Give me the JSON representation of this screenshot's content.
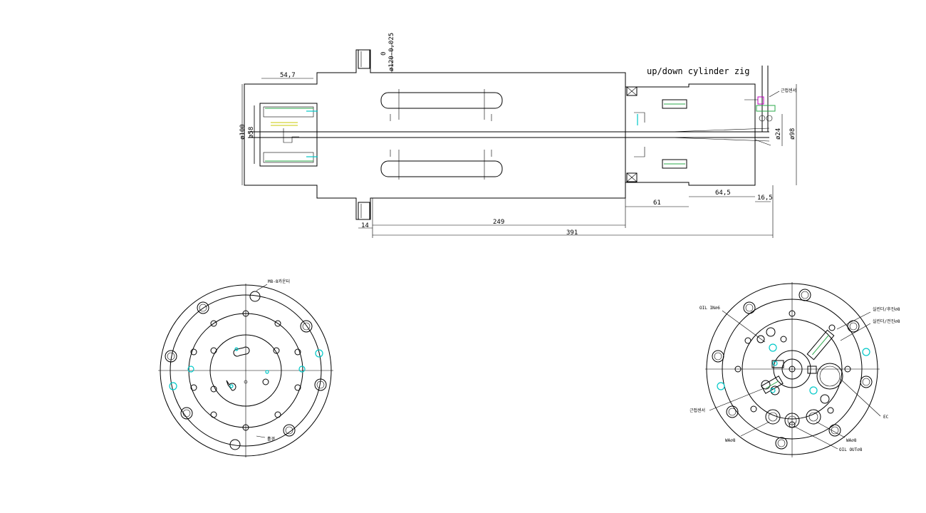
{
  "colors": {
    "line": "#000000",
    "cyan": "#00c8c8",
    "green": "#2aa84a",
    "magenta": "#c000c0",
    "yellow": "#c8c800"
  },
  "side_view": {
    "title": "up/down cylinder zig",
    "dims": {
      "d_54_7": "54,7",
      "d_100": "ø100",
      "d_58": "ø58",
      "tol_top": "0",
      "tol_main": "ø120-0,025",
      "d_14": "14",
      "d_249": "249",
      "d_391": "391",
      "d_61": "61",
      "d_64_5": "64,5",
      "d_16_5": "16,5",
      "d_24": "ø24",
      "d_98": "ø98"
    },
    "labels": {
      "proximity_sensor": "근접센서"
    }
  },
  "left_view": {
    "labels": {
      "m8_tap": "M8-8카운터",
      "hole": "홀경"
    }
  },
  "right_view": {
    "labels": {
      "oil_in": "OIL IN⌀6",
      "cyl_back": "실린더/후진⌀8",
      "cyl_fwd": "실린더/전진⌀8",
      "ec": "EC",
      "proximity_sensor": "근접센서",
      "wa_left": "WA⌀8",
      "wa_right": "WA⌀8",
      "oil_out": "OIL OUT⌀8"
    }
  }
}
